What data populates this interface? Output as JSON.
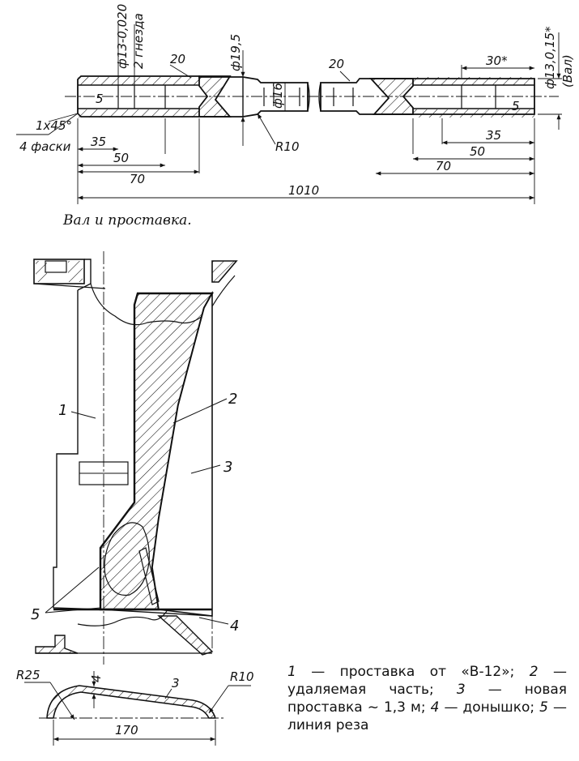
{
  "shaft": {
    "caption": "Вал и проставка.",
    "left": {
      "dia_13": "ф13-0,020",
      "sockets": "2 гнезда",
      "wall": "20",
      "dia_19_5": "ф19,5",
      "chamfer_size": "1x45°",
      "chamfer_note": "4 фаски",
      "depth_5": "5",
      "dim_35": "35",
      "dim_50": "50",
      "dim_70": "70"
    },
    "center": {
      "dia_16": "ф16",
      "radius": "R10",
      "total_length": "1010"
    },
    "right": {
      "wall": "20",
      "dim_30": "30*",
      "dia_13": "ф13,0,15*",
      "dia_note": "(Вал)",
      "depth_5": "5",
      "dim_35": "35",
      "dim_50": "50",
      "dim_70": "70"
    }
  },
  "assembly": {
    "callouts": {
      "c1": "1",
      "c2": "2",
      "c3": "3",
      "c4": "4",
      "c5": "5"
    }
  },
  "bottom_profile": {
    "r25": "R25",
    "thickness": "4",
    "part": "3",
    "r10": "R10",
    "width": "170"
  },
  "legend": {
    "n1": "1",
    "t1": " — проставка от «В-12»; ",
    "n2": "2",
    "t2": " — удаляемая часть; ",
    "n3": "3",
    "t3": " — новая проставка ~ 1,3 м; ",
    "n4": "4",
    "t4": " — донышко; ",
    "n5": "5",
    "t5": " — линия реза"
  }
}
